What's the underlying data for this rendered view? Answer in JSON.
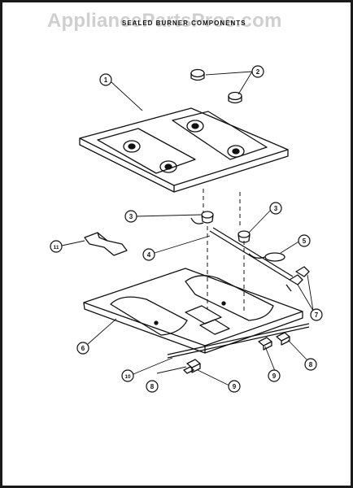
{
  "watermark": "AppliancePartsPros.com",
  "title": "SEALED BURNER COMPONENTS",
  "callouts": [
    "1",
    "2",
    "3",
    "3",
    "4",
    "5",
    "6",
    "7",
    "8",
    "8",
    "9",
    "9",
    "10",
    "11"
  ]
}
